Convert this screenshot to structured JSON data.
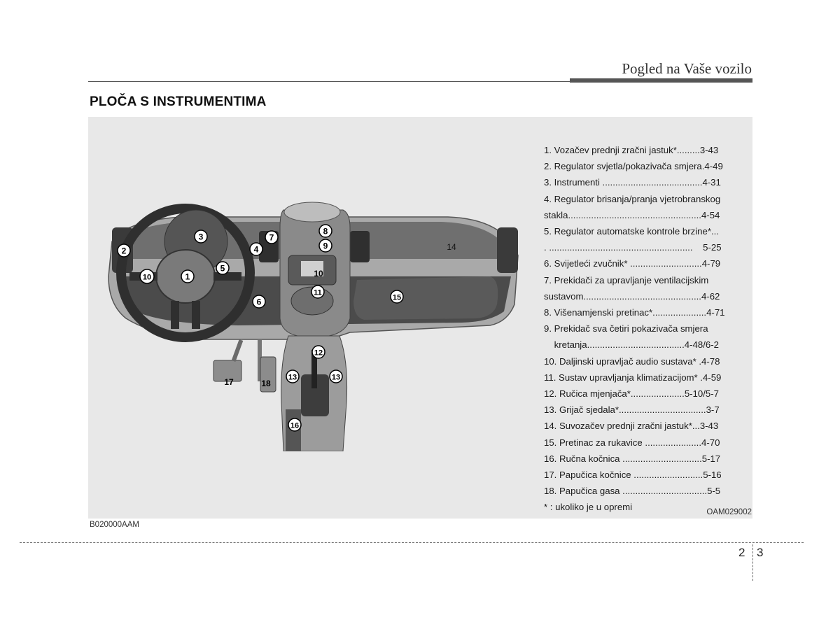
{
  "header": {
    "title": "Pogled na Vaše vozilo"
  },
  "section": {
    "title": "PLOČA S INSTRUMENTIMA"
  },
  "figure": {
    "code_right": "OAM029002",
    "code_left": "B020000AAM",
    "callouts": [
      "1",
      "2",
      "3",
      "4",
      "5",
      "6",
      "7",
      "8",
      "9",
      "10",
      "10",
      "11",
      "12",
      "13",
      "13",
      "14",
      "15",
      "16",
      "17",
      "18"
    ]
  },
  "legend": [
    "1. Vozačev prednji zračni jastuk*.........3-43",
    "2. Regulator svjetla/pokazivača smjera.4-49",
    "3. Instrumenti .......................................4-31",
    "4. Regulator brisanja/pranja vjetrobranskog",
    "stakla....................................................4-54",
    "5. Regulator automatske kontrole brzine*...",
    ". ........................................................    5-25",
    "6. Svijetleći zvučnik* ............................4-79",
    "7. Prekidači za upravljanje ventilacijskim",
    "sustavom..............................................4-62",
    "8. Višenamjenski pretinac*.....................4-71",
    "9. Prekidač sva četiri pokazivača smjera",
    "    kretanja......................................4-48/6-2",
    "10. Daljinski upravljač audio sustava* .4-78",
    "11. Sustav upravljanja klimatizacijom* .4-59",
    "12. Ručica mjenjača*.....................5-10/5-7",
    "13. Grijač sjedala*..................................3-7",
    "14. Suvozačev prednji zračni jastuk*...3-43",
    "15. Pretinac za rukavice ......................4-70",
    "16. Ručna kočnica ...............................5-17",
    "17. Papučica kočnice ...........................5-16",
    "18. Papučica gasa .................................5-5",
    "* : ukoliko je u opremi"
  ],
  "page": {
    "chapter": "2",
    "number": "3"
  }
}
